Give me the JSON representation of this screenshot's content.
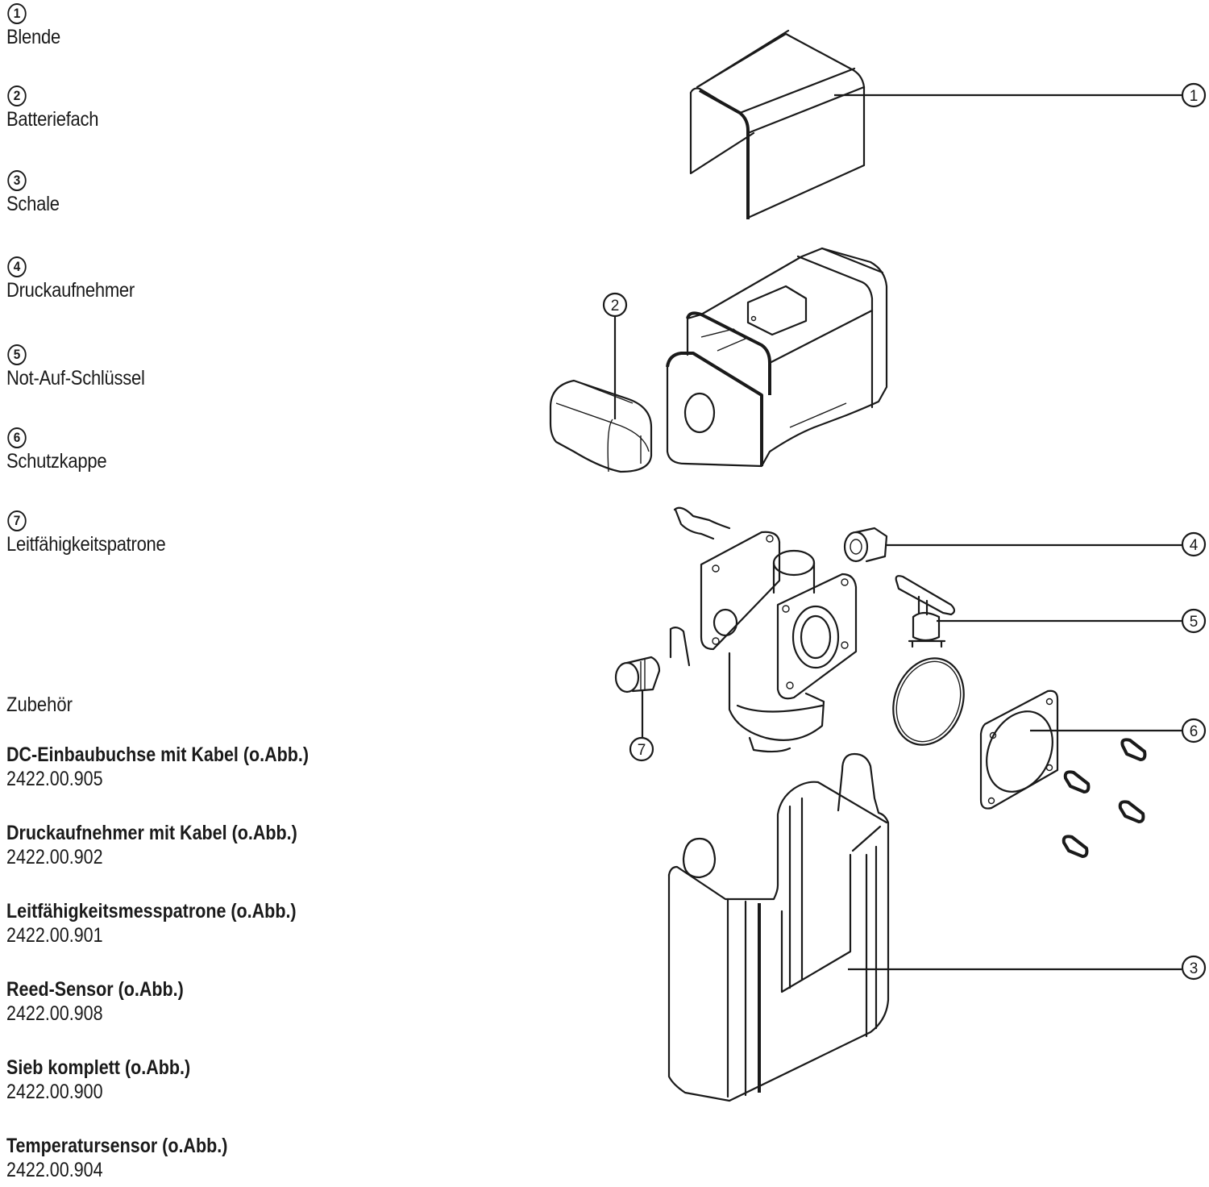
{
  "parts": [
    {
      "number": "1",
      "name": "Blende"
    },
    {
      "number": "2",
      "name": "Batteriefach"
    },
    {
      "number": "3",
      "name": "Schale"
    },
    {
      "number": "4",
      "name": "Druckaufnehmer"
    },
    {
      "number": "5",
      "name": "Not-Auf-Schlüssel"
    },
    {
      "number": "6",
      "name": "Schutzkappe"
    },
    {
      "number": "7",
      "name": "Leitfähigkeitspatrone"
    }
  ],
  "accessories": {
    "heading": "Zubehör",
    "items": [
      {
        "title": "DC-Einbaubuchse mit Kabel (o.Abb.)",
        "code": "2422.00.905"
      },
      {
        "title": "Druckaufnehmer mit Kabel (o.Abb.)",
        "code": "2422.00.902"
      },
      {
        "title": "Leitfähigkeitsmesspatrone (o.Abb.)",
        "code": "2422.00.901"
      },
      {
        "title": "Reed-Sensor (o.Abb.)",
        "code": "2422.00.908"
      },
      {
        "title": "Sieb komplett (o.Abb.)",
        "code": "2422.00.900"
      },
      {
        "title": "Temperatursensor (o.Abb.)",
        "code": "2422.00.904"
      }
    ]
  },
  "callouts": [
    {
      "number": "1",
      "part": "Blende"
    },
    {
      "number": "2",
      "part": "Batteriefach"
    },
    {
      "number": "3",
      "part": "Schale"
    },
    {
      "number": "4",
      "part": "Druckaufnehmer"
    },
    {
      "number": "5",
      "part": "Not-Auf-Schlüssel"
    },
    {
      "number": "6",
      "part": "Schutzkappe"
    },
    {
      "number": "7",
      "part": "Leitfähigkeitspatrone"
    }
  ]
}
